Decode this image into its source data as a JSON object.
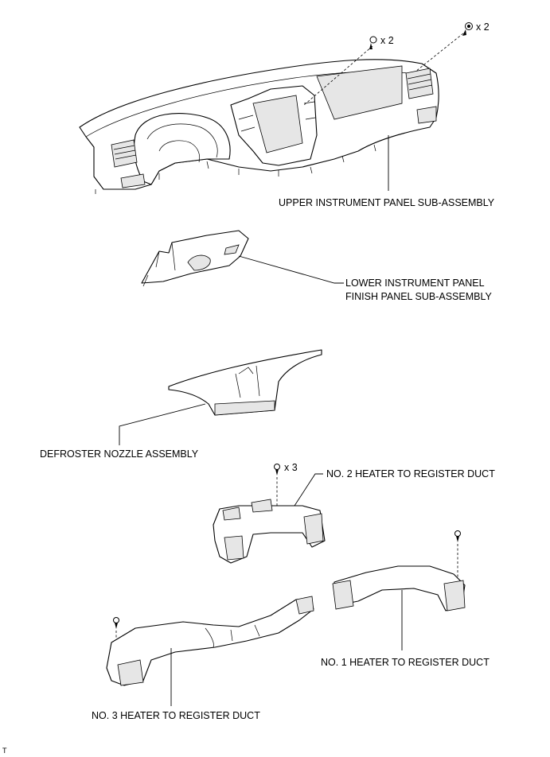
{
  "labels": {
    "upper_panel": "UPPER INSTRUMENT PANEL SUB-ASSEMBLY",
    "lower_finish_line1": "LOWER INSTRUMENT PANEL",
    "lower_finish_line2": "FINISH PANEL SUB-ASSEMBLY",
    "defroster": "DEFROSTER NOZZLE ASSEMBLY",
    "duct2": "NO. 2 HEATER TO REGISTER DUCT",
    "duct1": "NO. 1 HEATER TO REGISTER DUCT",
    "duct3": "NO. 3 HEATER TO REGISTER DUCT"
  },
  "fasteners": {
    "bolt_left_qty": "x 2",
    "bolt_right_qty": "x 2",
    "duct2_clip_qty": "x 3"
  },
  "corner_mark": "T",
  "colors": {
    "line": "#000000",
    "background": "#ffffff"
  }
}
